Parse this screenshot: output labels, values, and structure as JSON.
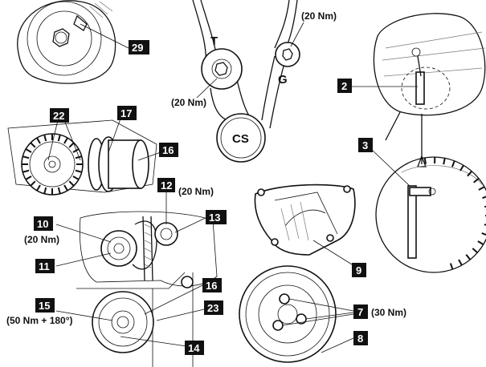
{
  "callouts": {
    "c29": "29",
    "c22": "22",
    "c17": "17",
    "c16a": "16",
    "c12": "12",
    "c13": "13",
    "c10": "10",
    "c11": "11",
    "c2": "2",
    "c3": "3",
    "c9": "9",
    "c7": "7",
    "c8": "8",
    "c15": "15",
    "c14": "14",
    "c16b": "16",
    "c23": "23"
  },
  "torques": {
    "cam_top": "(20 Nm)",
    "tensioner_t": "(20 Nm)",
    "item12": "(20 Nm)",
    "item10": "(20 Nm)",
    "item15": "(50 Nm + 180°)",
    "item7": "(30 Nm)"
  },
  "pulley_labels": {
    "tensioner": "T",
    "guide": "G",
    "crankshaft": "CS"
  }
}
